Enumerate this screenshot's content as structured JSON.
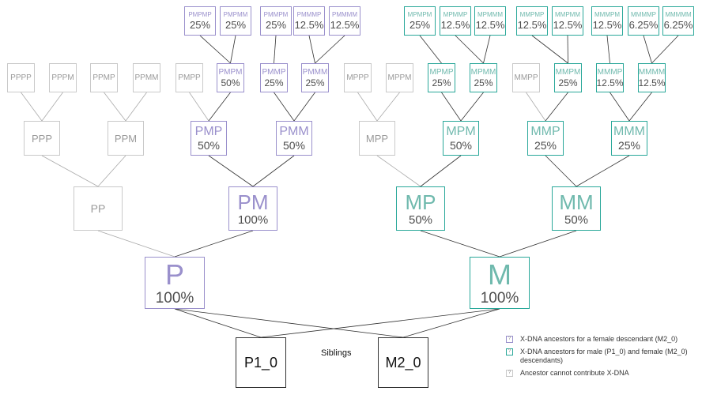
{
  "siblings_label": "Siblings",
  "colors": {
    "gray": "#c9c9c9",
    "purple": "#9a90cc",
    "teal": "#2aa89a",
    "line": "#333333",
    "line_light": "#aaaaaa"
  },
  "legend": [
    {
      "color": "purple",
      "mark": "?",
      "text": "X-DNA ancestors for a female descendant (M2_0)"
    },
    {
      "color": "teal",
      "mark": "?",
      "text": "X-DNA ancestors for male (P1_0) and female (M2_0) descendants)"
    },
    {
      "color": "gray",
      "mark": "?",
      "text": "Ancestor cannot contribute X-DNA"
    }
  ],
  "nodes": [
    {
      "id": "P1_0",
      "label": "P1_0",
      "color": "root"
    },
    {
      "id": "M2_0",
      "label": "M2_0",
      "color": "root"
    },
    {
      "id": "P",
      "label": "P",
      "pct": "100%",
      "color": "purple"
    },
    {
      "id": "M",
      "label": "M",
      "pct": "100%",
      "color": "teal"
    },
    {
      "id": "PP",
      "label": "PP",
      "color": "gray"
    },
    {
      "id": "PM",
      "label": "PM",
      "pct": "100%",
      "color": "purple"
    },
    {
      "id": "MP",
      "label": "MP",
      "pct": "50%",
      "color": "teal"
    },
    {
      "id": "MM",
      "label": "MM",
      "pct": "50%",
      "color": "teal"
    },
    {
      "id": "PPP",
      "label": "PPP",
      "color": "gray"
    },
    {
      "id": "PPM",
      "label": "PPM",
      "color": "gray"
    },
    {
      "id": "PMP",
      "label": "PMP",
      "pct": "50%",
      "color": "purple"
    },
    {
      "id": "PMM",
      "label": "PMM",
      "pct": "50%",
      "color": "purple"
    },
    {
      "id": "MPP",
      "label": "MPP",
      "color": "gray"
    },
    {
      "id": "MPM",
      "label": "MPM",
      "pct": "50%",
      "color": "teal"
    },
    {
      "id": "MMP",
      "label": "MMP",
      "pct": "25%",
      "color": "teal"
    },
    {
      "id": "MMM",
      "label": "MMM",
      "pct": "25%",
      "color": "teal"
    },
    {
      "id": "PPPP",
      "label": "PPPP",
      "color": "gray"
    },
    {
      "id": "PPPM",
      "label": "PPPM",
      "color": "gray"
    },
    {
      "id": "PPMP",
      "label": "PPMP",
      "color": "gray"
    },
    {
      "id": "PPMM",
      "label": "PPMM",
      "color": "gray"
    },
    {
      "id": "PMPP",
      "label": "PMPP",
      "color": "gray"
    },
    {
      "id": "PMPM",
      "label": "PMPM",
      "pct": "50%",
      "color": "purple"
    },
    {
      "id": "PMMP",
      "label": "PMMP",
      "pct": "25%",
      "color": "purple"
    },
    {
      "id": "PMMM",
      "label": "PMMM",
      "pct": "25%",
      "color": "purple"
    },
    {
      "id": "MPPP",
      "label": "MPPP",
      "color": "gray"
    },
    {
      "id": "MPPM",
      "label": "MPPM",
      "color": "gray"
    },
    {
      "id": "MPMP",
      "label": "MPMP",
      "pct": "25%",
      "color": "teal"
    },
    {
      "id": "MPMM",
      "label": "MPMM",
      "pct": "25%",
      "color": "teal"
    },
    {
      "id": "MMPP",
      "label": "MMPP",
      "color": "gray"
    },
    {
      "id": "MMPM",
      "label": "MMPM",
      "pct": "25%",
      "color": "teal"
    },
    {
      "id": "MMMP",
      "label": "MMMP",
      "pct": "12.5%",
      "color": "teal"
    },
    {
      "id": "MMMM",
      "label": "MMMM",
      "pct": "12.5%",
      "color": "teal"
    },
    {
      "id": "PMPMP",
      "label": "PMPMP",
      "pct": "25%",
      "color": "purple"
    },
    {
      "id": "PMPMM",
      "label": "PMPMM",
      "pct": "25%",
      "color": "purple"
    },
    {
      "id": "PMMPM",
      "label": "PMMPM",
      "pct": "25%",
      "color": "purple"
    },
    {
      "id": "PMMMP",
      "label": "PMMMP",
      "pct": "12.5%",
      "color": "purple"
    },
    {
      "id": "PMMMM",
      "label": "PMMMM",
      "pct": "12.5%",
      "color": "purple"
    },
    {
      "id": "MPMPM",
      "label": "MPMPM",
      "pct": "25%",
      "color": "teal"
    },
    {
      "id": "MPMMP",
      "label": "MPMMP",
      "pct": "12.5%",
      "color": "teal"
    },
    {
      "id": "MPMMM",
      "label": "MPMMM",
      "pct": "12.5%",
      "color": "teal"
    },
    {
      "id": "MMPMP",
      "label": "MMPMP",
      "pct": "12.5%",
      "color": "teal"
    },
    {
      "id": "MMPMM",
      "label": "MMPMM",
      "pct": "12.5%",
      "color": "teal"
    },
    {
      "id": "MMMPM",
      "label": "MMMPM",
      "pct": "12.5%",
      "color": "teal"
    },
    {
      "id": "MMMMP",
      "label": "MMMMP",
      "pct": "6.25%",
      "color": "teal"
    },
    {
      "id": "MMMMM",
      "label": "MMMMM",
      "pct": "6.25%",
      "color": "teal"
    }
  ],
  "edges": [
    [
      "P1_0",
      "P"
    ],
    [
      "P1_0",
      "M"
    ],
    [
      "M2_0",
      "P"
    ],
    [
      "M2_0",
      "M"
    ],
    [
      "P",
      "PP"
    ],
    [
      "P",
      "PM"
    ],
    [
      "M",
      "MP"
    ],
    [
      "M",
      "MM"
    ],
    [
      "PP",
      "PPP"
    ],
    [
      "PP",
      "PPM"
    ],
    [
      "PM",
      "PMP"
    ],
    [
      "PM",
      "PMM"
    ],
    [
      "MP",
      "MPP"
    ],
    [
      "MP",
      "MPM"
    ],
    [
      "MM",
      "MMP"
    ],
    [
      "MM",
      "MMM"
    ],
    [
      "PPP",
      "PPPP"
    ],
    [
      "PPP",
      "PPPM"
    ],
    [
      "PPM",
      "PPMP"
    ],
    [
      "PPM",
      "PPMM"
    ],
    [
      "PMP",
      "PMPP"
    ],
    [
      "PMP",
      "PMPM"
    ],
    [
      "PMM",
      "PMMP"
    ],
    [
      "PMM",
      "PMMM"
    ],
    [
      "MPP",
      "MPPP"
    ],
    [
      "MPP",
      "MPPM"
    ],
    [
      "MPM",
      "MPMP"
    ],
    [
      "MPM",
      "MPMM"
    ],
    [
      "MMP",
      "MMPP"
    ],
    [
      "MMP",
      "MMPM"
    ],
    [
      "MMM",
      "MMMP"
    ],
    [
      "MMM",
      "MMMM"
    ],
    [
      "PMPM",
      "PMPMP"
    ],
    [
      "PMPM",
      "PMPMM"
    ],
    [
      "PMMP",
      "PMMPM"
    ],
    [
      "PMMM",
      "PMMMP"
    ],
    [
      "PMMM",
      "PMMMM"
    ],
    [
      "MPMP",
      "MPMPM"
    ],
    [
      "MPMM",
      "MPMMP"
    ],
    [
      "MPMM",
      "MPMMM"
    ],
    [
      "MMPM",
      "MMPMP"
    ],
    [
      "MMPM",
      "MMPMM"
    ],
    [
      "MMMP",
      "MMMPM"
    ],
    [
      "MMMM",
      "MMMMP"
    ],
    [
      "MMMM",
      "MMMMM"
    ]
  ]
}
